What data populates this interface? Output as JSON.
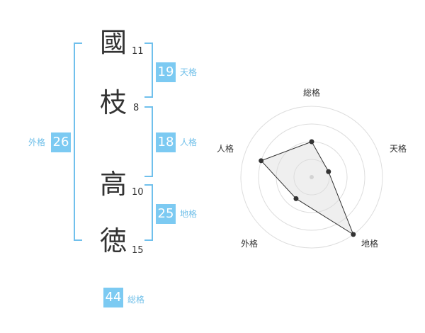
{
  "name_chars": [
    {
      "char": "國",
      "strokes": "11"
    },
    {
      "char": "枝",
      "strokes": "8"
    },
    {
      "char": "高",
      "strokes": "10"
    },
    {
      "char": "徳",
      "strokes": "15"
    }
  ],
  "kakusu": {
    "tenkaku": {
      "value": "19",
      "label": "天格"
    },
    "jinkaku": {
      "value": "18",
      "label": "人格"
    },
    "chikaku": {
      "value": "25",
      "label": "地格"
    },
    "gaikaku": {
      "value": "26",
      "label": "外格"
    },
    "soukaku": {
      "value": "44",
      "label": "総格"
    }
  },
  "colors": {
    "accent": "#7ccaf2",
    "bracket": "#70c0ec",
    "text": "#333333"
  },
  "chart_data": {
    "type": "radar",
    "axes": [
      "総格",
      "天格",
      "地格",
      "外格",
      "人格"
    ],
    "max": 4,
    "values": [
      2,
      1,
      4,
      1.5,
      3
    ]
  }
}
